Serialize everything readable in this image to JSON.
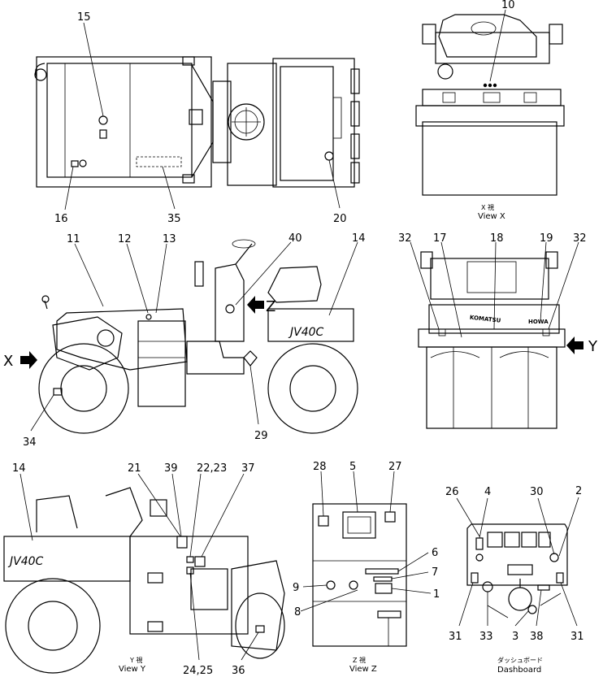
{
  "figure": {
    "callouts": {
      "top_left": [
        "15",
        "16",
        "35",
        "20"
      ],
      "top_right": [
        "10"
      ],
      "mid_left": [
        "11",
        "12",
        "13",
        "40",
        "14",
        "34",
        "29"
      ],
      "mid_right": [
        "32",
        "17",
        "18",
        "19",
        "32"
      ],
      "bot_left": [
        "14",
        "21",
        "39",
        "22,23",
        "37",
        "24,25",
        "36"
      ],
      "bot_mid": [
        "28",
        "5",
        "27",
        "6",
        "7",
        "9",
        "8",
        "1"
      ],
      "bot_right": [
        "26",
        "4",
        "30",
        "2",
        "31",
        "33",
        "3",
        "38",
        "31"
      ]
    },
    "arrows": {
      "x": "X",
      "y": "Y",
      "z": "Z"
    },
    "decals": {
      "model": "JV40C",
      "brand": "KOMATSU",
      "brand2": "HOWA"
    },
    "captions": {
      "view_x_jp": "X 視",
      "view_x": "View X",
      "view_y_jp": "Y 視",
      "view_y": "View Y",
      "view_z_jp": "Z 視",
      "view_z": "View Z",
      "dash_jp": "ダッシュボード",
      "dash": "Dashboard"
    }
  }
}
